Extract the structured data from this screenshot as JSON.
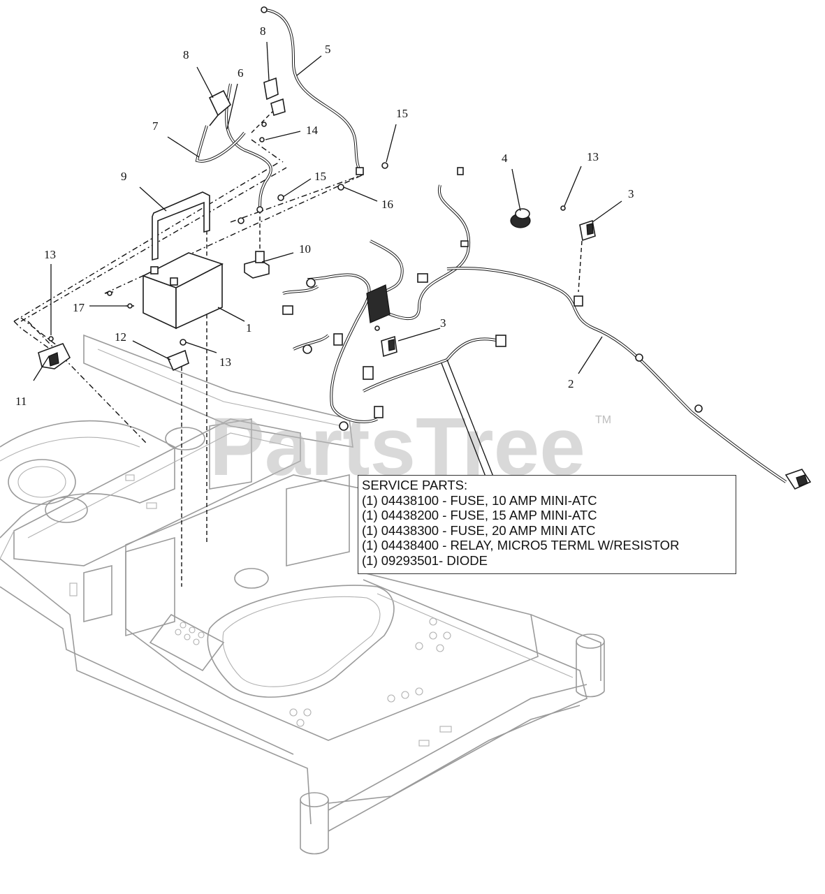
{
  "diagram": {
    "callouts": {
      "c1": "1",
      "c2": "2",
      "c3a": "3",
      "c3b": "3",
      "c4": "4",
      "c5": "5",
      "c6": "6",
      "c7": "7",
      "c8a": "8",
      "c8b": "8",
      "c9": "9",
      "c10": "10",
      "c11": "11",
      "c12": "12",
      "c13a": "13",
      "c13b": "13",
      "c13c": "13",
      "c14": "14",
      "c15a": "15",
      "c15b": "15",
      "c16": "16",
      "c17": "17"
    },
    "watermark": {
      "text": "PartsTree",
      "tm": "TM"
    }
  },
  "service_parts": {
    "title": "SERVICE PARTS:",
    "items": [
      "(1) 04438100 - FUSE, 10 AMP MINI-ATC",
      "(1) 04438200 - FUSE, 15 AMP MINI-ATC",
      "(1) 04438300 - FUSE, 20 AMP MINI ATC",
      "(1) 04438400 - RELAY, MICRO5 TERML W/RESISTOR",
      "(1) 09293501- DIODE"
    ]
  }
}
